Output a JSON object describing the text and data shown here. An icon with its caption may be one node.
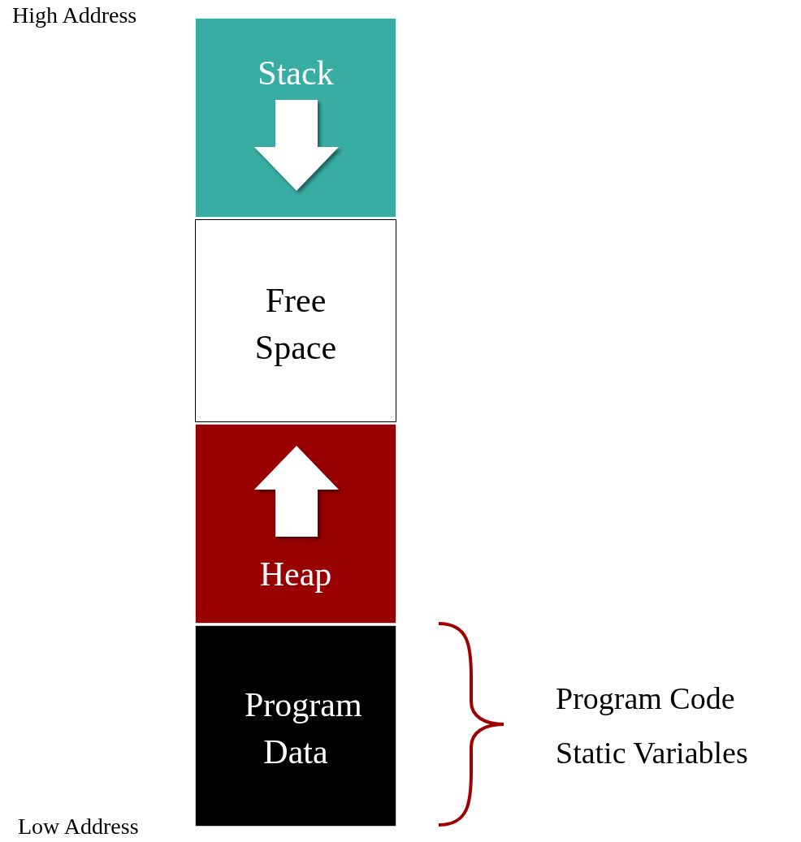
{
  "diagram": {
    "nodes": [
      {
        "text": [
          "Stack"
        ]
      },
      {
        "text": [
          "Free Space"
        ]
      },
      {
        "text": [
          "Heap"
        ]
      },
      {
        "text": [
          "Program Data"
        ]
      }
    ],
    "labels": [
      "High Address",
      "Low Address",
      "Program Code",
      "Static Variables"
    ]
  }
}
